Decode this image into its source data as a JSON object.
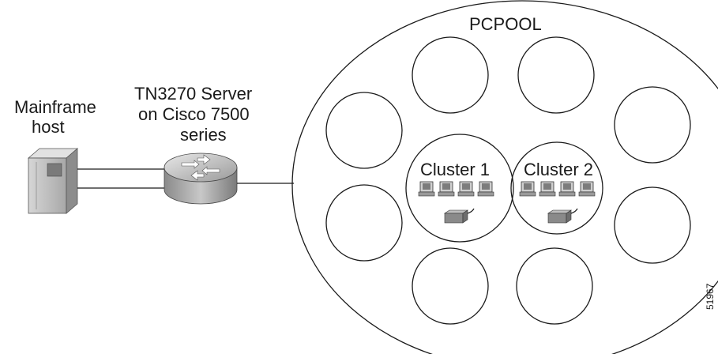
{
  "mainframe": {
    "label_line1": "Mainframe",
    "label_line2": "host"
  },
  "router": {
    "label_line1": "TN3270 Server",
    "label_line2": "on Cisco 7500",
    "label_line3": "series"
  },
  "pool": {
    "label": "PCPOOL"
  },
  "clusters": [
    {
      "label": "Cluster 1"
    },
    {
      "label": "Cluster 2"
    }
  ],
  "figure_id": "51967"
}
